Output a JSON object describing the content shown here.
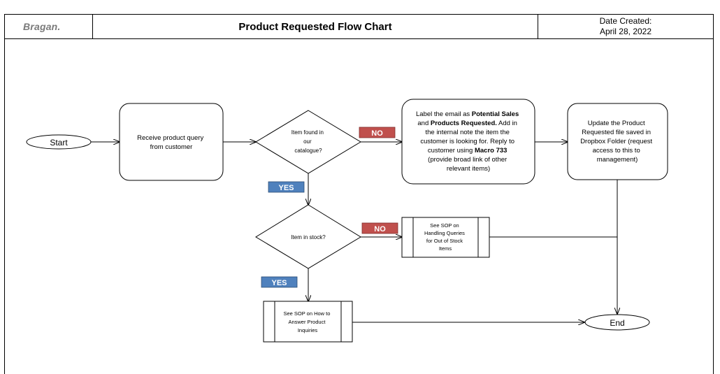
{
  "header": {
    "logo": "Bragan.",
    "title": "Product Requested Flow Chart",
    "date_label": "Date Created:",
    "date_value": "April 28, 2022"
  },
  "flow": {
    "start": "Start",
    "end": "End",
    "receive": [
      "Receive product query",
      "from customer"
    ],
    "found": [
      "Item found in",
      "our",
      "catalogue?"
    ],
    "label": [
      "Label the email as Potential Sales",
      "and Products Requested. Add in",
      "the internal note the item the",
      "customer is looking for. Reply to",
      "customer using Macro 733",
      "(provide broad link of other",
      "relevant items)"
    ],
    "update": [
      "Update the  Product",
      "Requested file saved in",
      "Dropbox Folder (request",
      "access to this to",
      "management)"
    ],
    "stock": [
      "Item in stock?"
    ],
    "sop_out": [
      "See SOP on",
      "Handling Queries",
      "for Out of Stock",
      "Items"
    ],
    "sop_answer": [
      "See SOP on How to",
      "Answer Product",
      "Inquiries"
    ],
    "no_label": "NO",
    "yes_label": "YES"
  },
  "colors": {
    "no_badge": "#c0504d",
    "yes_badge": "#4f81bd"
  }
}
